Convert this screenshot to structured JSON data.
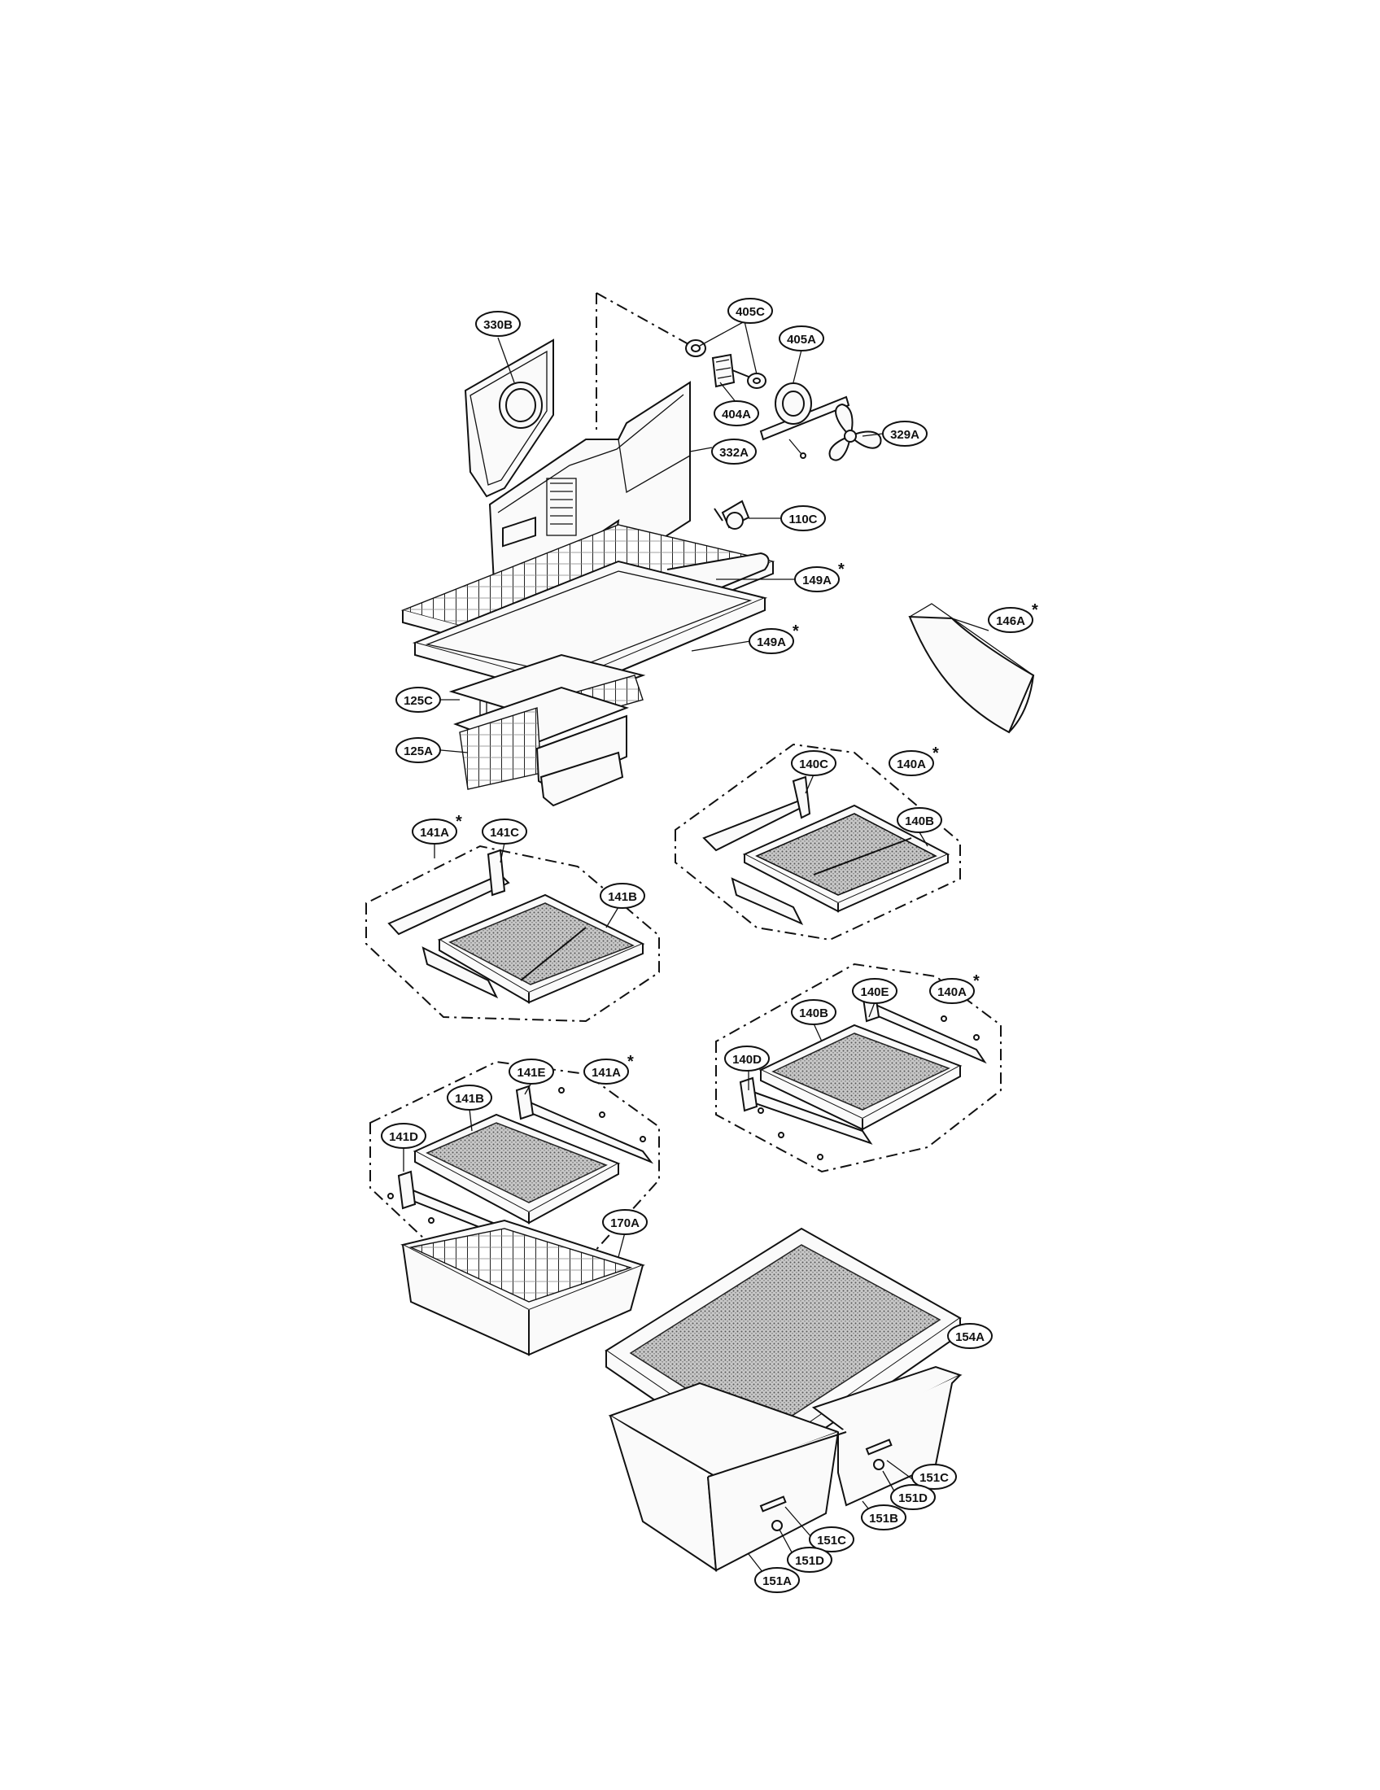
{
  "callouts": [
    {
      "id": "c-330b",
      "text": "330B",
      "star": false
    },
    {
      "id": "c-405c",
      "text": "405C",
      "star": false
    },
    {
      "id": "c-405a",
      "text": "405A",
      "star": false
    },
    {
      "id": "c-404a",
      "text": "404A",
      "star": false
    },
    {
      "id": "c-329a",
      "text": "329A",
      "star": false
    },
    {
      "id": "c-332a",
      "text": "332A",
      "star": false
    },
    {
      "id": "c-110c",
      "text": "110C",
      "star": false
    },
    {
      "id": "c-149a-1",
      "text": "149A",
      "star": true
    },
    {
      "id": "c-149a-2",
      "text": "149A",
      "star": true
    },
    {
      "id": "c-146a",
      "text": "146A",
      "star": true
    },
    {
      "id": "c-125c",
      "text": "125C",
      "star": false
    },
    {
      "id": "c-125a",
      "text": "125A",
      "star": false
    },
    {
      "id": "c-140c",
      "text": "140C",
      "star": false
    },
    {
      "id": "c-140a-1",
      "text": "140A",
      "star": true
    },
    {
      "id": "c-140b-1",
      "text": "140B",
      "star": false
    },
    {
      "id": "c-141a-1",
      "text": "141A",
      "star": true
    },
    {
      "id": "c-141c",
      "text": "141C",
      "star": false
    },
    {
      "id": "c-141b-1",
      "text": "141B",
      "star": false
    },
    {
      "id": "c-140e",
      "text": "140E",
      "star": false
    },
    {
      "id": "c-140a-2",
      "text": "140A",
      "star": true
    },
    {
      "id": "c-140b-2",
      "text": "140B",
      "star": false
    },
    {
      "id": "c-140d",
      "text": "140D",
      "star": false
    },
    {
      "id": "c-141e",
      "text": "141E",
      "star": false
    },
    {
      "id": "c-141a-2",
      "text": "141A",
      "star": true
    },
    {
      "id": "c-141b-2",
      "text": "141B",
      "star": false
    },
    {
      "id": "c-141d",
      "text": "141D",
      "star": false
    },
    {
      "id": "c-170a",
      "text": "170A",
      "star": false
    },
    {
      "id": "c-154a",
      "text": "154A",
      "star": false
    },
    {
      "id": "c-151c-1",
      "text": "151C",
      "star": false
    },
    {
      "id": "c-151d-1",
      "text": "151D",
      "star": false
    },
    {
      "id": "c-151b",
      "text": "151B",
      "star": false
    },
    {
      "id": "c-151c-2",
      "text": "151C",
      "star": false
    },
    {
      "id": "c-151d-2",
      "text": "151D",
      "star": false
    },
    {
      "id": "c-151a",
      "text": "151A",
      "star": false
    }
  ]
}
